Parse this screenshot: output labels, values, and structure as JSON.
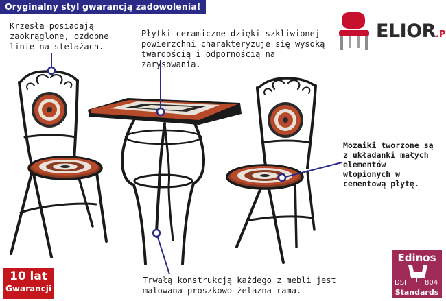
{
  "banner": {
    "text": "Oryginalny styl gwarancją zadowolenia!"
  },
  "notes": {
    "chairs": [
      "Krzesła posiadają",
      "zaokrąglone, ozdobne",
      "linie na stelażach."
    ],
    "tiles": [
      "Płytki ceramiczne dzięki szkliwionej",
      "powierzchni charakteryzuje się wysoką",
      "twardością i odpornością na",
      "zarysowania."
    ],
    "mosaic": [
      "Mozaiki tworzone są",
      "z układanki małych",
      "elementów",
      "wtopionych w",
      "cementową płytę."
    ],
    "frame": [
      "Trwałą konstrukcją każdego z mebli jest",
      "malowana proszkowo żelazna rama."
    ]
  },
  "logo": {
    "name": "ELIOR",
    "suffix": ".PL"
  },
  "warranty_badge": {
    "big": "10 lat",
    "small": "Gwarancji"
  },
  "edinos_badge": {
    "brand": "Edinos",
    "code": "DSI",
    "number": "804",
    "standards": "Standards"
  },
  "colors": {
    "navy": "#2a2b87",
    "red": "#c4161c",
    "plum": "#9e2a55",
    "terracotta": "#b84a2c",
    "iron": "#1a1a1a"
  },
  "icons": [
    "chair-logo-icon",
    "bistro-set-illustration"
  ]
}
